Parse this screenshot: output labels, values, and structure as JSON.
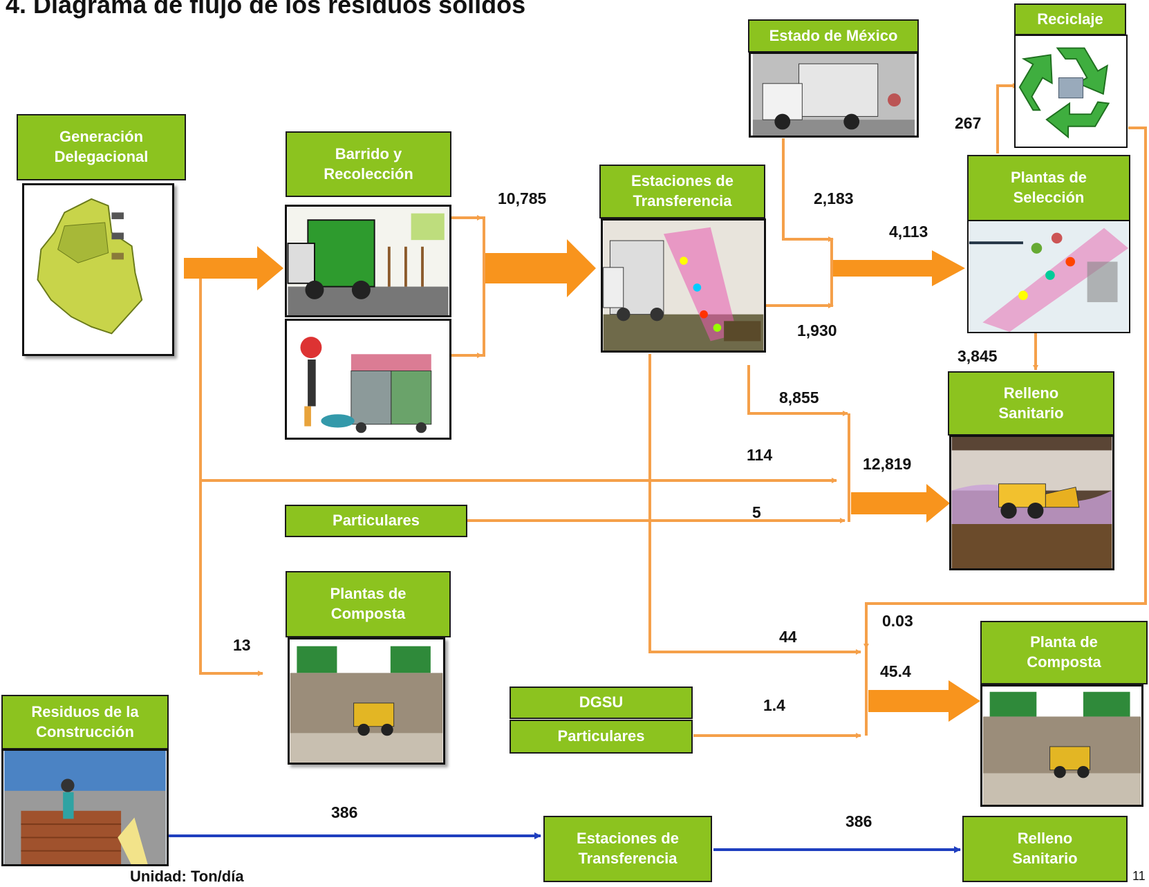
{
  "title": "4. Diagrama de flujo de los residuos sólidos",
  "unit": "Unidad: Ton/día",
  "page_number": "11",
  "colors": {
    "node_fill": "#8CC31F",
    "flow_orange": "#F5A04A",
    "flow_blue": "#1F3FBF"
  },
  "nodes": {
    "generacion": [
      "Generación",
      "Delegacional"
    ],
    "barrido": [
      "Barrido y",
      "Recolección"
    ],
    "estaciones": [
      "Estaciones de",
      "Transferencia"
    ],
    "estado_mexico": "Estado de México",
    "reciclaje": "Reciclaje",
    "plantas_seleccion": [
      "Plantas de",
      "Selección"
    ],
    "relleno": [
      "Relleno",
      "Sanitario"
    ],
    "particulares": "Particulares",
    "plantas_composta": [
      "Plantas de",
      "Composta"
    ],
    "planta_composta": [
      "Planta de",
      "Composta"
    ],
    "dgsu": "DGSU",
    "particulares2": "Particulares",
    "residuos_construccion": [
      "Residuos de la",
      "Construcción"
    ],
    "estaciones2": [
      "Estaciones de",
      "Transferencia"
    ],
    "relleno2": [
      "Relleno",
      "Sanitario"
    ]
  },
  "flows": {
    "to_estaciones": "10,785",
    "estado_mexico": "2,183",
    "estaciones_to_seleccion": "1,930",
    "to_seleccion_total": "4,113",
    "to_reciclaje": "267",
    "seleccion_to_relleno": "3,845",
    "estaciones_to_relleno": "8,855",
    "generacion_to_relleno": "114",
    "relleno_total": "12,819",
    "particulares_to_relleno": "5",
    "to_plantas_composta": "13",
    "reciclaje_to_composta": "0.03",
    "estaciones_to_composta": "44",
    "composta_total": "45.4",
    "dgsu_particulares": "1.4",
    "construccion_to_estaciones": "386",
    "estaciones_to_relleno2": "386"
  }
}
